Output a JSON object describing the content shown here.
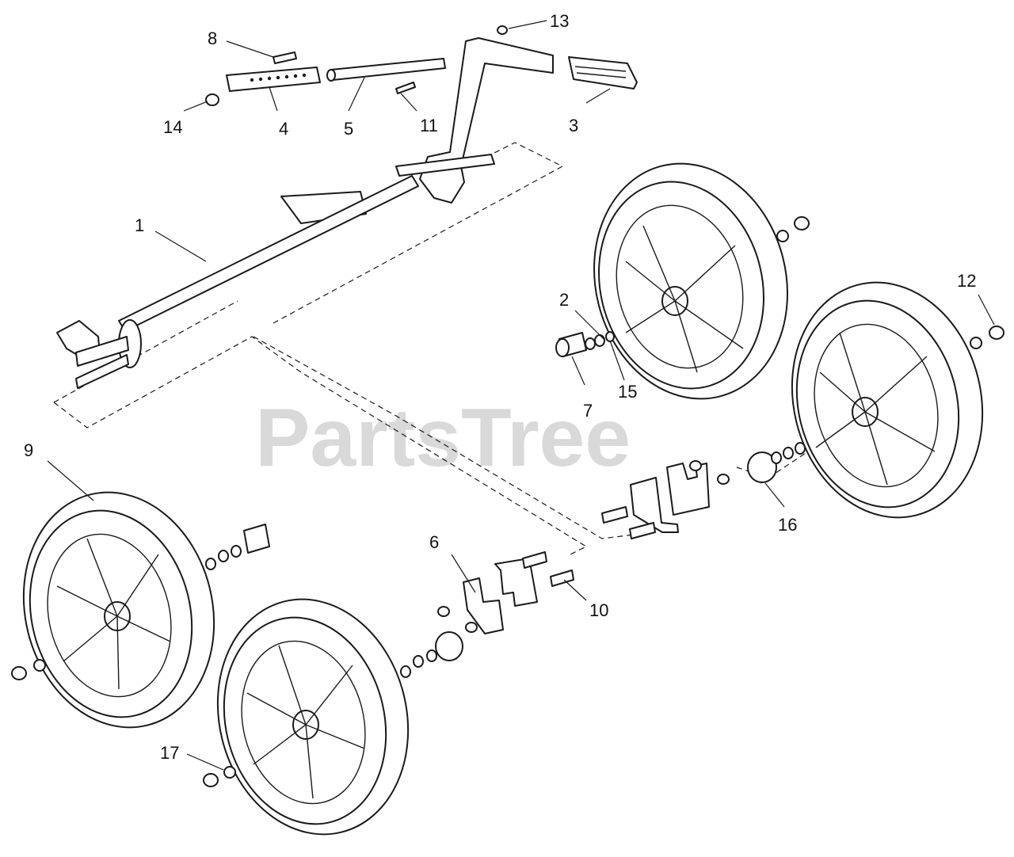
{
  "diagram": {
    "watermark": "PartsTree",
    "callouts": {
      "c1": "1",
      "c2": "2",
      "c3": "3",
      "c4": "4",
      "c5": "5",
      "c6": "6",
      "c7": "7",
      "c8": "8",
      "c9": "9",
      "c10": "10",
      "c11": "11",
      "c12": "12",
      "c13": "13",
      "c14": "14",
      "c15": "15",
      "c16": "16",
      "c17": "17"
    }
  }
}
